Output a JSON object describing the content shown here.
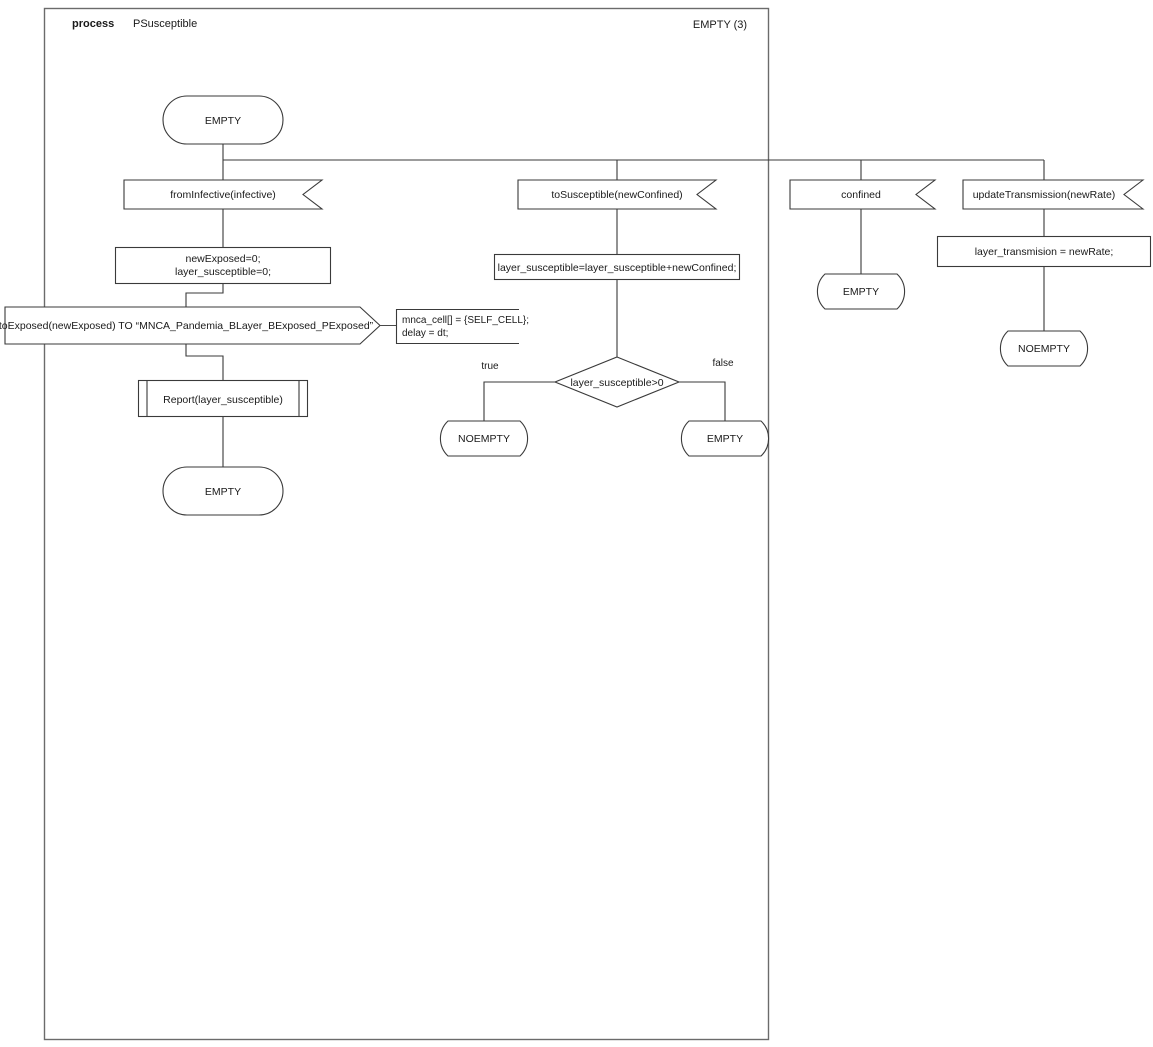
{
  "diagram": {
    "kind": "sdl-process-diagram",
    "header": {
      "keyword": "process",
      "name": "PSusceptible",
      "state_counter": "EMPTY (3)"
    },
    "colors": {
      "background": "#ffffff",
      "stroke": "#3a3a3a",
      "frame_stroke": "#6b6b6b",
      "text": "#1a1a1a"
    },
    "nodes": {
      "start_state": {
        "type": "state",
        "label": "EMPTY"
      },
      "branch_a": {
        "input": {
          "type": "input-signal",
          "label": "fromInfective(infective)"
        },
        "task": {
          "type": "task",
          "line1": "newExposed=0;",
          "line2": "layer_susceptible=0;"
        },
        "output": {
          "type": "output-signal",
          "label": "toExposed(newExposed) TO “MNCA_Pandemia_BLayer_BExposed_PExposed”"
        },
        "comment": {
          "type": "comment",
          "line1": "mnca_cell[] = {SELF_CELL};",
          "line2": "delay = dt;"
        },
        "procedure": {
          "type": "procedure-call",
          "label": "Report(layer_susceptible)"
        },
        "next_state": {
          "type": "state",
          "label": "EMPTY"
        }
      },
      "branch_b": {
        "input": {
          "type": "input-signal",
          "label": "toSusceptible(newConfined)"
        },
        "task": {
          "type": "task",
          "label": "layer_susceptible=layer_susceptible+newConfined;"
        },
        "decision": {
          "type": "decision",
          "label": "layer_susceptible>0"
        },
        "branch_true_label": "true",
        "branch_false_label": "false",
        "state_true": {
          "type": "state",
          "label": "NOEMPTY"
        },
        "state_false": {
          "type": "state",
          "label": "EMPTY"
        }
      },
      "branch_c": {
        "input": {
          "type": "input-signal",
          "label": "confined"
        },
        "next_state": {
          "type": "state",
          "label": "EMPTY"
        }
      },
      "branch_d": {
        "input": {
          "type": "input-signal",
          "label": "updateTransmission(newRate)"
        },
        "task": {
          "type": "task",
          "label": "layer_transmision = newRate;"
        },
        "next_state": {
          "type": "state",
          "label": "NOEMPTY"
        }
      }
    }
  }
}
